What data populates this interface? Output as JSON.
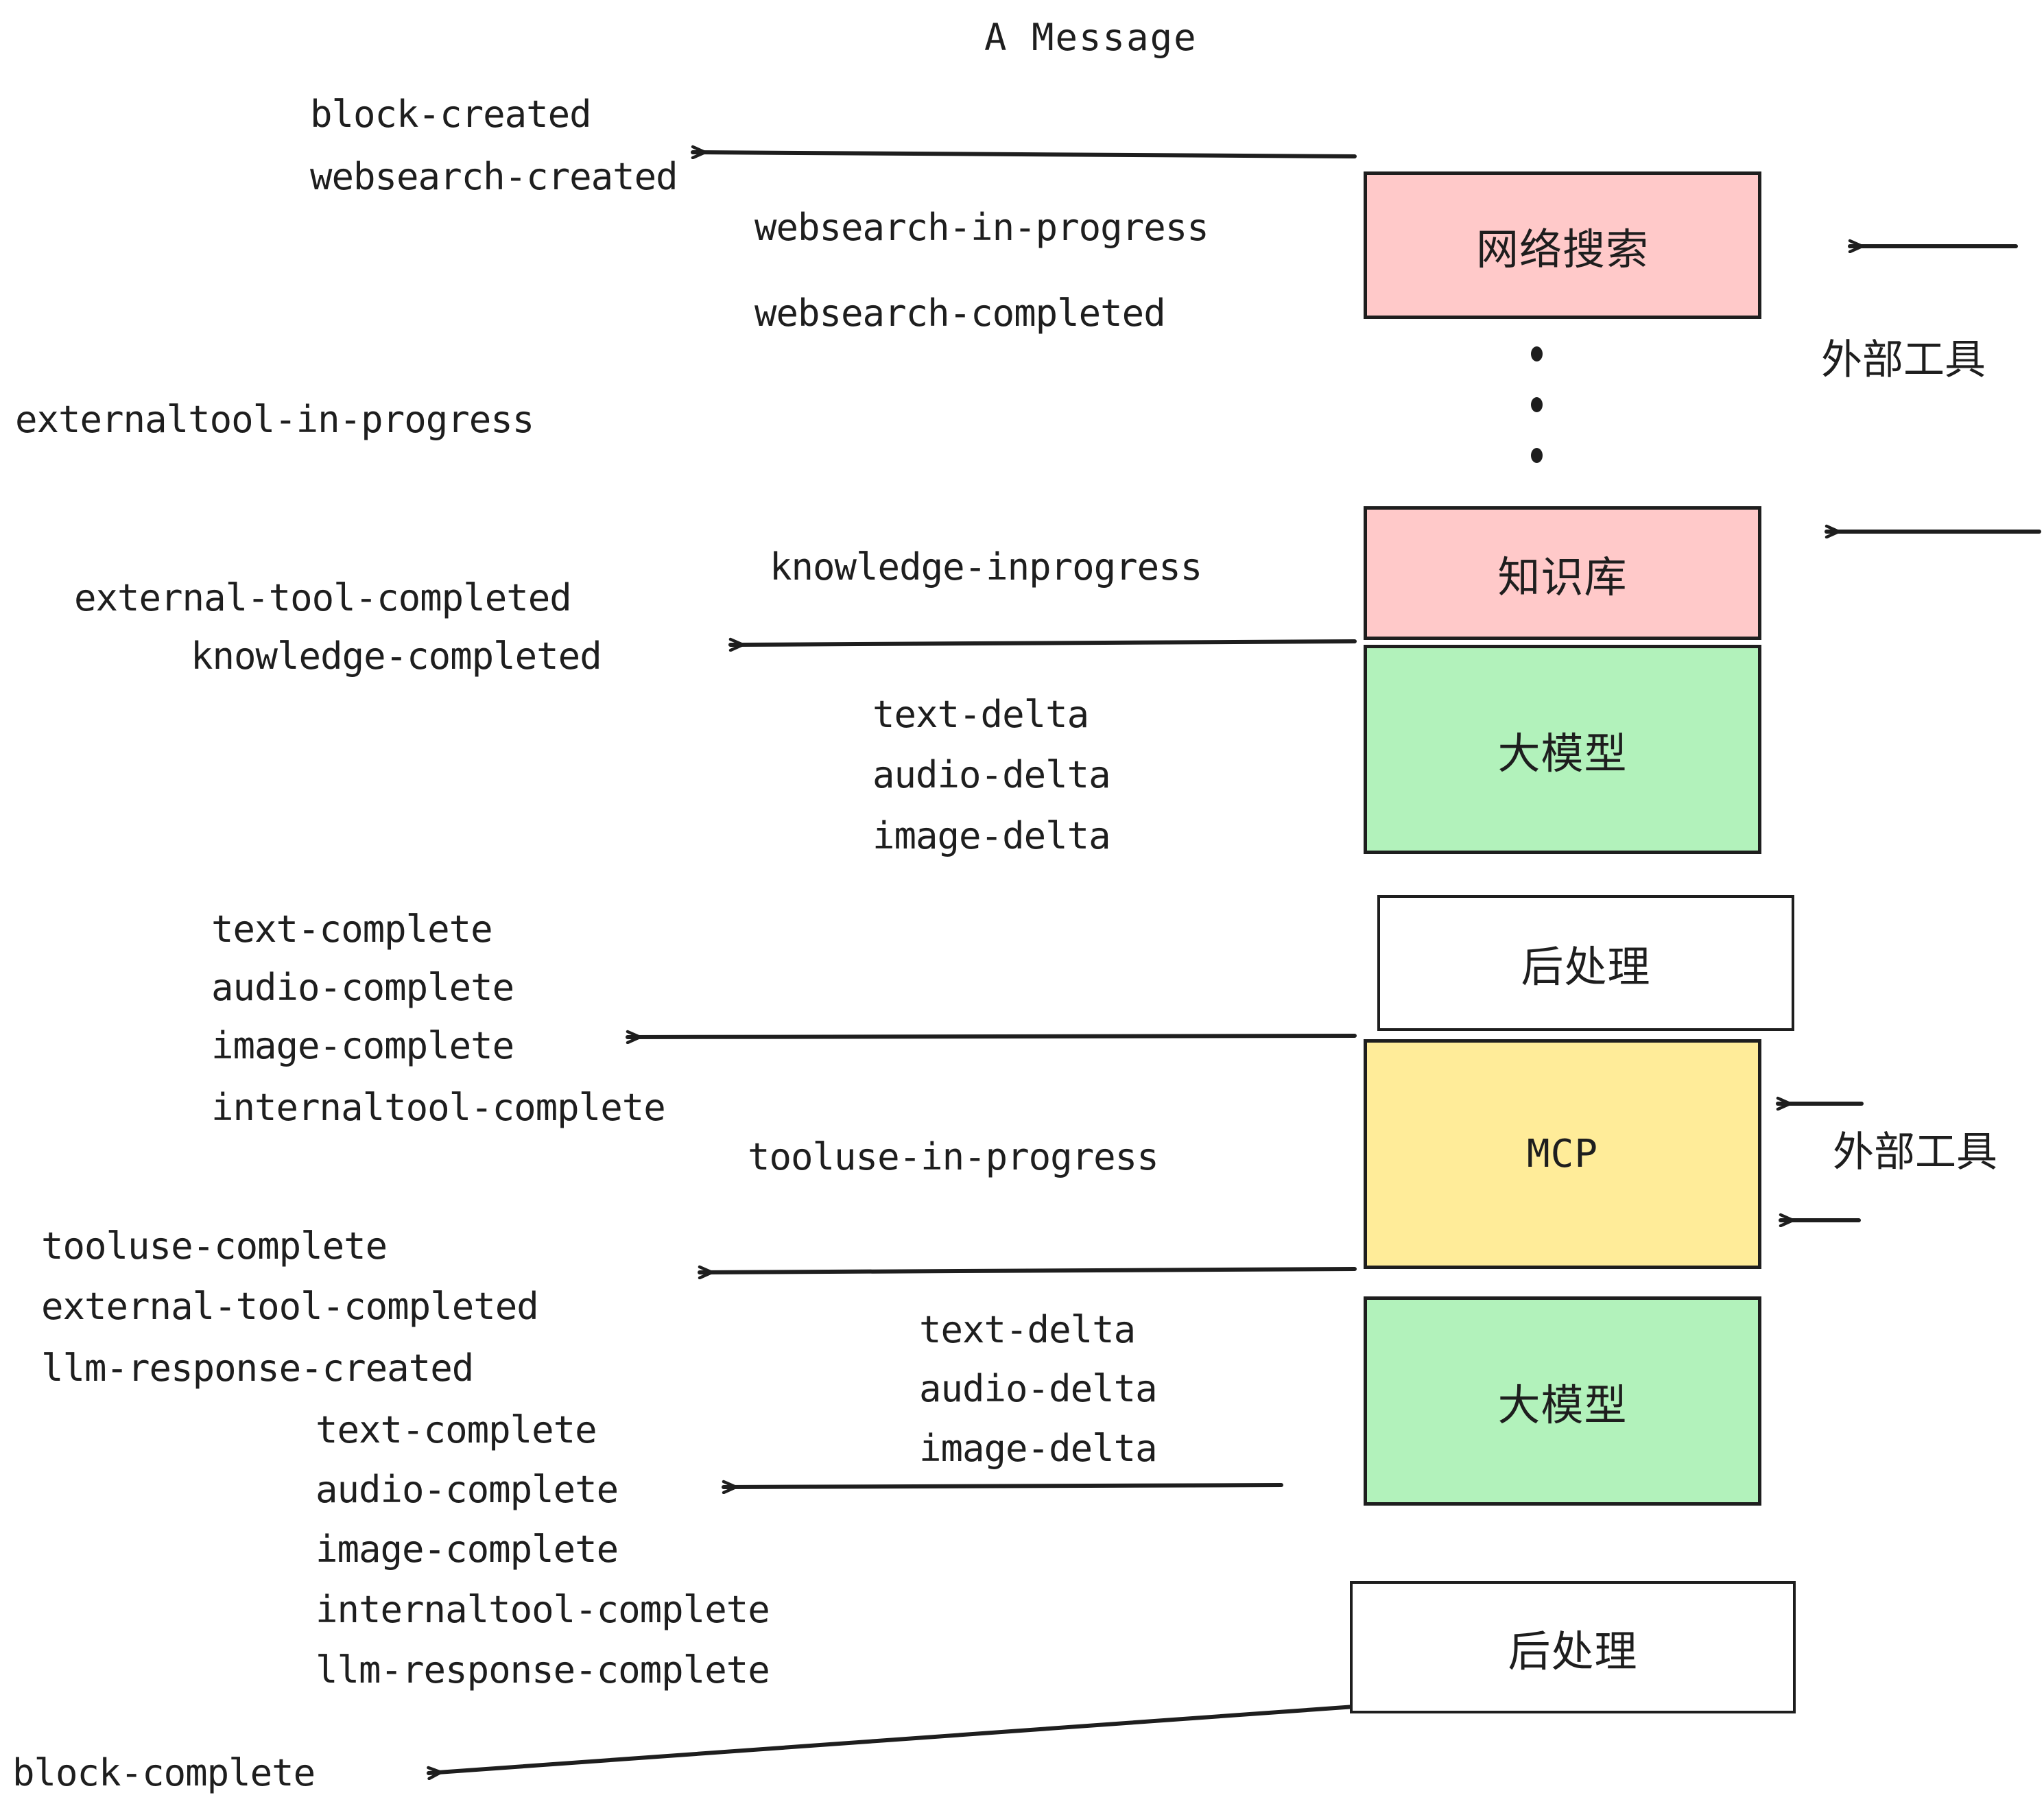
{
  "diagram": {
    "title": "A Message",
    "colors": {
      "stroke": "#1e1e1e",
      "external_tool_fill": "#ffc9c9",
      "llm_fill": "#b2f2bb",
      "mcp_fill": "#ffec99",
      "postprocess_fill": "#ffffff",
      "background": "#ffffff"
    },
    "nodes": [
      {
        "id": "websearch",
        "label": "网络搜索",
        "fill": "#ffc9c9"
      },
      {
        "id": "knowledge",
        "label": "知识库",
        "fill": "#ffc9c9"
      },
      {
        "id": "llm-top",
        "label": "大模型",
        "fill": "#b2f2bb"
      },
      {
        "id": "post-top",
        "label": "后处理",
        "fill": "#ffffff"
      },
      {
        "id": "mcp",
        "label": "MCP",
        "fill": "#ffec99"
      },
      {
        "id": "llm-bottom",
        "label": "大模型",
        "fill": "#b2f2bb"
      },
      {
        "id": "post-bottom",
        "label": "后处理",
        "fill": "#ffffff"
      }
    ],
    "side_annotations": [
      {
        "id": "external-tool-top",
        "label": "外部工具"
      },
      {
        "id": "external-tool-bottom",
        "label": "外部工具"
      }
    ],
    "ellipsis": "⋮",
    "events": {
      "block_created": "block-created",
      "websearch_created": "websearch-created",
      "websearch_in_progress": "websearch-in-progress",
      "websearch_completed": "websearch-completed",
      "externaltool_in_progress": "externaltool-in-progress",
      "knowledge_inprogress": "knowledge-inprogress",
      "external_tool_completed_1": "external-tool-completed",
      "knowledge_completed": "knowledge-completed",
      "text_delta_1": "text-delta",
      "audio_delta_1": "audio-delta",
      "image_delta_1": "image-delta",
      "text_complete_1": "text-complete",
      "audio_complete_1": "audio-complete",
      "image_complete_1": "image-complete",
      "internaltool_complete_1": "internaltool-complete",
      "tooluse_in_progress": "tooluse-in-progress",
      "tooluse_complete": "tooluse-complete",
      "external_tool_completed_2": "external-tool-completed",
      "llm_response_created": "llm-response-created",
      "text_delta_2": "text-delta",
      "audio_delta_2": "audio-delta",
      "image_delta_2": "image-delta",
      "text_complete_2": "text-complete",
      "audio_complete_2": "audio-complete",
      "image_complete_2": "image-complete",
      "internaltool_complete_2": "internaltool-complete",
      "llm_response_complete": "llm-response-complete",
      "block_complete": "block-complete"
    }
  }
}
